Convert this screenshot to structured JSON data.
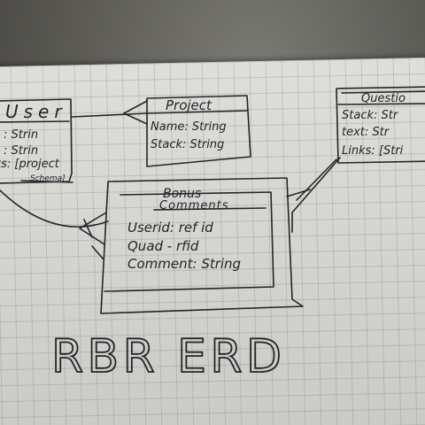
{
  "entities": {
    "user": {
      "title": "User",
      "attrs": [
        ": Strin",
        ": Strin",
        "ts: [project"
      ],
      "note": "Schema]"
    },
    "project": {
      "title": "Project",
      "attrs": [
        "Name: String",
        "Stack: String"
      ]
    },
    "question": {
      "title": "Questio",
      "attrs": [
        "Stack: Str",
        "text: Str",
        "Links: [Stri"
      ]
    },
    "bonus": {
      "title_line1": "Bonus",
      "title_line2": "Comments",
      "attrs": [
        "Userid: ref id",
        "Quad - rfid",
        "Comment: String"
      ]
    }
  },
  "caption": "RBR ERD",
  "colors": {
    "ink": "#23252a",
    "paper": "#dcdbd6",
    "grid": "#5a6978"
  }
}
